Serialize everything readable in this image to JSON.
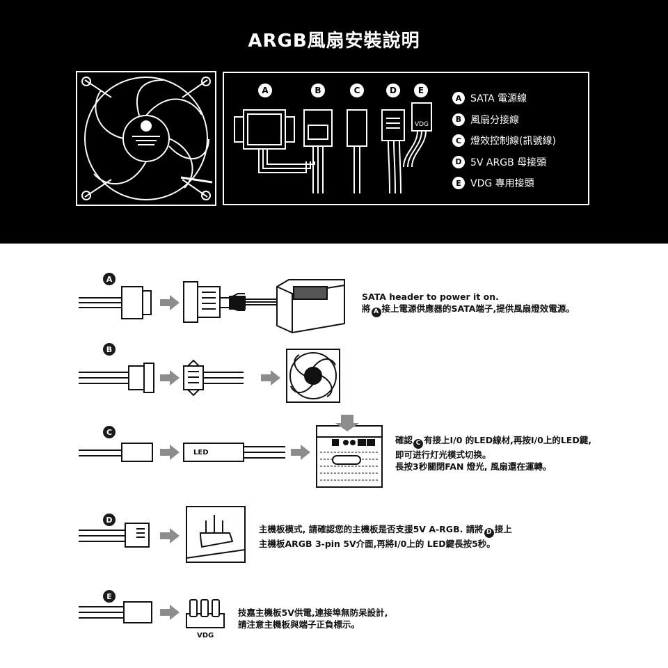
{
  "title": "ARGB風扇安裝說明",
  "connectors": {
    "A": "A",
    "B": "B",
    "C": "C",
    "D": "D",
    "E": "E",
    "vdg_tag": "VDG"
  },
  "legend": [
    {
      "letter": "A",
      "text": "SATA 電源線"
    },
    {
      "letter": "B",
      "text": "風扇分接線"
    },
    {
      "letter": "C",
      "text": "燈效控制線(訊號線)"
    },
    {
      "letter": "D",
      "text": "5V ARGB 母接頭"
    },
    {
      "letter": "E",
      "text": "VDG 專用接頭"
    }
  ],
  "steps": {
    "A": {
      "letter": "A",
      "line1": "SATA header to power it on.",
      "line2_pre": "將",
      "line2_badge": "A",
      "line2_post": "接上電源供應器的SATA端子,提供風扇燈效電源。"
    },
    "B": {
      "letter": "B"
    },
    "C": {
      "letter": "C",
      "led_label": "LED",
      "line1_pre": "確認",
      "line1_badge": "C",
      "line1_post": "有接上I/0 的LED線材,再按I/0上的LED鍵,",
      "line2": "即可进行灯光模式切换。",
      "line3": "長按3秒關閉FAN 燈光, 風扇還在運轉。"
    },
    "D": {
      "letter": "D",
      "line1_pre": "主機板模式, 請確認您的主機板是否支援5V A-RGB. 請將",
      "line1_badge": "D",
      "line1_post": "接上",
      "line2": "主機板ARGB 3-pin 5V介面,再將I/0上的 LED鍵長按5秒。"
    },
    "E": {
      "letter": "E",
      "vdg_label": "VDG",
      "line1": "技嘉主機板5V供電,連接埠無防呆設計,",
      "line2": "請注意主機板與端子正負標示。"
    }
  },
  "colors": {
    "background_top": "#000000",
    "background_bottom": "#ffffff",
    "arrow": "#8c8c8c",
    "ink": "#111111"
  }
}
